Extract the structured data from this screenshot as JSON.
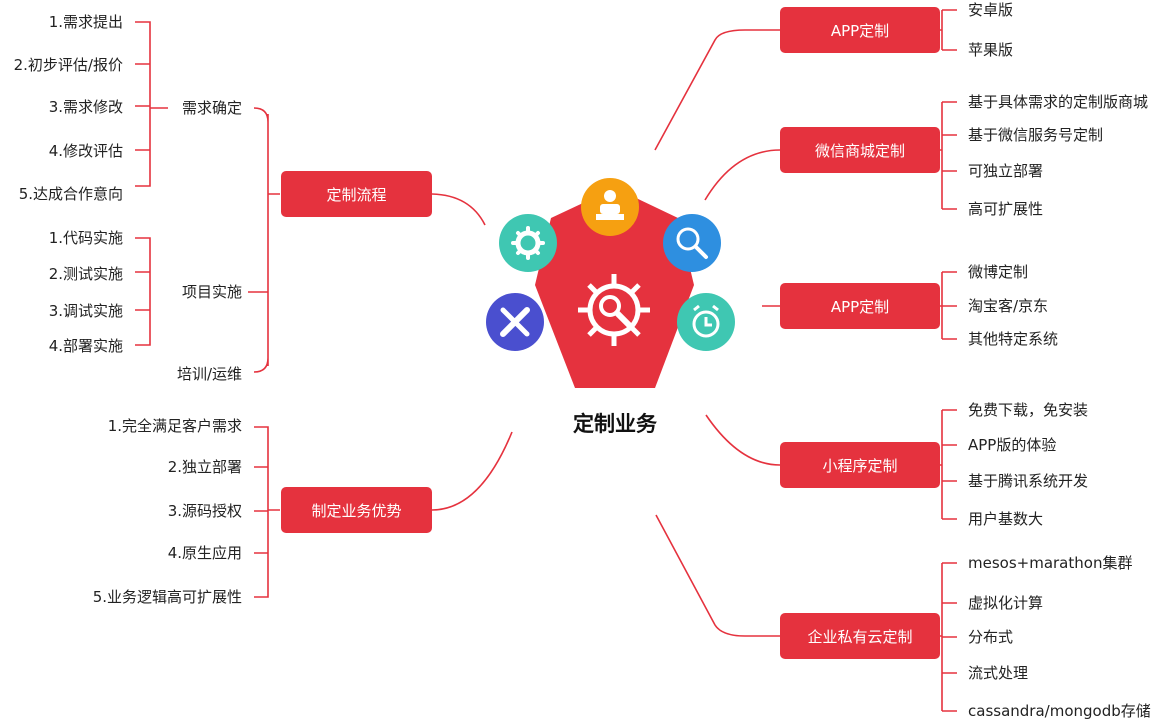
{
  "center": {
    "title": "定制业务",
    "icons": [
      "gear-icon",
      "user-computer-icon",
      "magnifier-icon",
      "pencil-ruler-icon",
      "alarm-clock-icon",
      "wrench-gear-icon"
    ]
  },
  "colors": {
    "accent": "#e5323e",
    "line": "#e5323e",
    "icon_gear": "#3fc7b2",
    "icon_user": "#f6a011",
    "icon_search": "#2e8fe0",
    "icon_pencil": "#4a4fcf",
    "icon_clock": "#3fc7b2"
  },
  "left": {
    "process": {
      "label": "定制流程",
      "requirements": {
        "label": "需求确定",
        "items": [
          "1.需求提出",
          "2.初步评估/报价",
          "3.需求修改",
          "4.修改评估",
          "5.达成合作意向"
        ]
      },
      "implementation": {
        "label": "项目实施",
        "items": [
          "1.代码实施",
          "2.测试实施",
          "3.调试实施",
          "4.部署实施"
        ]
      },
      "training": "培训/运维"
    },
    "advantages": {
      "label": "制定业务优势",
      "items": [
        "1.完全满足客户需求",
        "2.独立部署",
        "3.源码授权",
        "4.原生应用",
        "5.业务逻辑高可扩展性"
      ]
    }
  },
  "right": {
    "app1": {
      "label": "APP定制",
      "items": [
        "安卓版",
        "苹果版"
      ]
    },
    "wechat": {
      "label": "微信商城定制",
      "items": [
        "基于具体需求的定制版商城",
        "基于微信服务号定制",
        "可独立部署",
        "高可扩展性"
      ]
    },
    "app2": {
      "label": "APP定制",
      "items": [
        "微博定制",
        "淘宝客/京东",
        "其他特定系统"
      ]
    },
    "mini": {
      "label": "小程序定制",
      "items": [
        "免费下载，免安装",
        "APP版的体验",
        "基于腾讯系统开发",
        "用户基数大"
      ]
    },
    "cloud": {
      "label": "企业私有云定制",
      "items": [
        "mesos+marathon集群",
        "虚拟化计算",
        "分布式",
        "流式处理",
        "cassandra/mongodb存储"
      ]
    }
  }
}
